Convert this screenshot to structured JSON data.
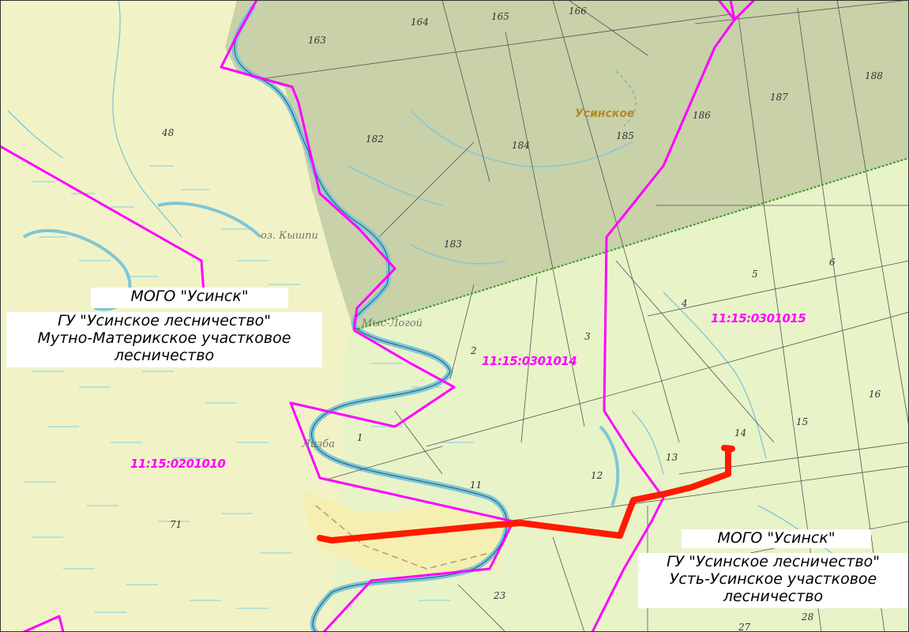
{
  "labels": {
    "left": {
      "line1": "МОГО \"Усинск\"",
      "line2": "ГУ \"Усинское лесничество\"",
      "line3": "Мутно-Материкское участковое",
      "line4": "лесничество"
    },
    "right": {
      "line1": "МОГО \"Усинск\"",
      "line2": "ГУ \"Усинское лесничество\"",
      "line3": "Усть-Усинское участковое",
      "line4": "лесничество"
    }
  },
  "cadastral": {
    "c1": "11:15:0201010",
    "c2": "11:15:0301014",
    "c3": "11:15:0301015"
  },
  "places": {
    "town": "Усинское",
    "lake": "оз. Кышпи",
    "village1": "Мыс-Логой",
    "village2": "Лизба"
  },
  "quarters": {
    "q48": "48",
    "q71": "71",
    "q163": "163",
    "q164": "164",
    "q165": "165",
    "q166": "166",
    "q182": "182",
    "q183": "183",
    "q184": "184",
    "q185": "185",
    "q186": "186",
    "q187": "187",
    "q188": "188",
    "q1": "1",
    "q2": "2",
    "q3": "3",
    "q4": "4",
    "q5": "5",
    "q6": "6",
    "q11": "11",
    "q12": "12",
    "q13": "13",
    "q14": "14",
    "q15": "15",
    "q16": "16",
    "q23": "23",
    "q27": "27",
    "q28": "28"
  },
  "colors": {
    "boundary": "#ff00ff",
    "route": "#ff1a00",
    "forest_dark": "#c9d2a9",
    "meadow": "#eef2c6",
    "right_area": "#e9f3c6",
    "water": "#7fc6d6",
    "dotted_line": "#3f9a2c"
  }
}
